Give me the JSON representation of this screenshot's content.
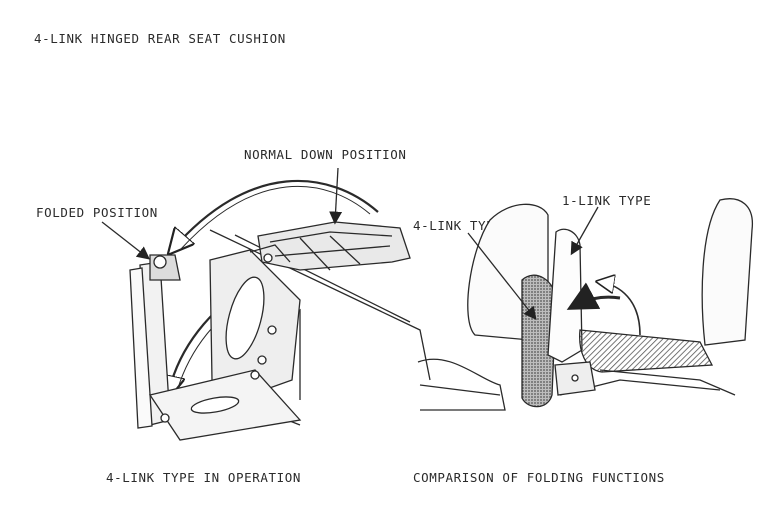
{
  "title": "4-LINK HINGED REAR SEAT CUSHION",
  "left_figure": {
    "caption": "4-LINK TYPE IN OPERATION",
    "callouts": {
      "normal_down": "NORMAL DOWN POSITION",
      "folded": "FOLDED POSITION"
    }
  },
  "right_figure": {
    "caption": "COMPARISON OF FOLDING FUNCTIONS",
    "callouts": {
      "four_link": "4-LINK TYPE",
      "one_link": "1-LINK TYPE"
    }
  }
}
